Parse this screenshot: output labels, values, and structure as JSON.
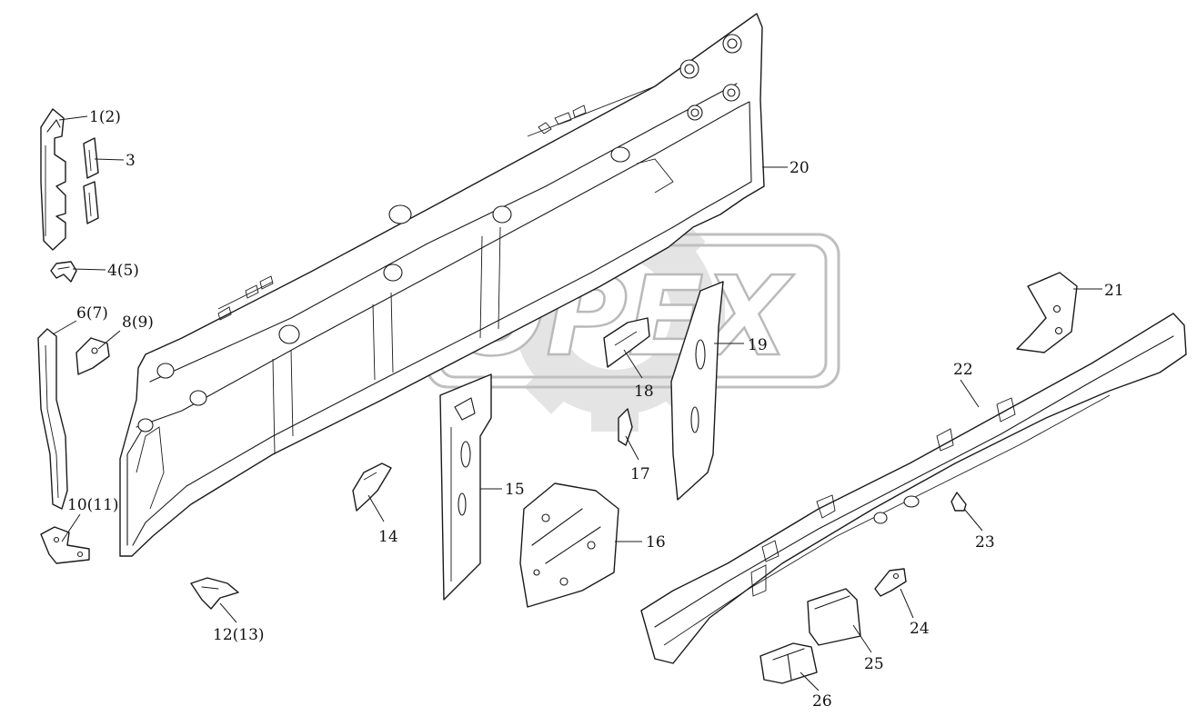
{
  "watermark": {
    "brand": "OPEX",
    "color": "#b3b3b3"
  },
  "callouts": [
    {
      "id": "c1",
      "label": "1(2)"
    },
    {
      "id": "c3",
      "label": "3"
    },
    {
      "id": "c4",
      "label": "4(5)"
    },
    {
      "id": "c6",
      "label": "6(7)"
    },
    {
      "id": "c8",
      "label": "8(9)"
    },
    {
      "id": "c10",
      "label": "10(11)"
    },
    {
      "id": "c12",
      "label": "12(13)"
    },
    {
      "id": "c14",
      "label": "14"
    },
    {
      "id": "c15",
      "label": "15"
    },
    {
      "id": "c16",
      "label": "16"
    },
    {
      "id": "c17",
      "label": "17"
    },
    {
      "id": "c18",
      "label": "18"
    },
    {
      "id": "c19",
      "label": "19"
    },
    {
      "id": "c20",
      "label": "20"
    },
    {
      "id": "c21",
      "label": "21"
    },
    {
      "id": "c22",
      "label": "22"
    },
    {
      "id": "c23",
      "label": "23"
    },
    {
      "id": "c24",
      "label": "24"
    },
    {
      "id": "c25",
      "label": "25"
    },
    {
      "id": "c26",
      "label": "26"
    }
  ]
}
